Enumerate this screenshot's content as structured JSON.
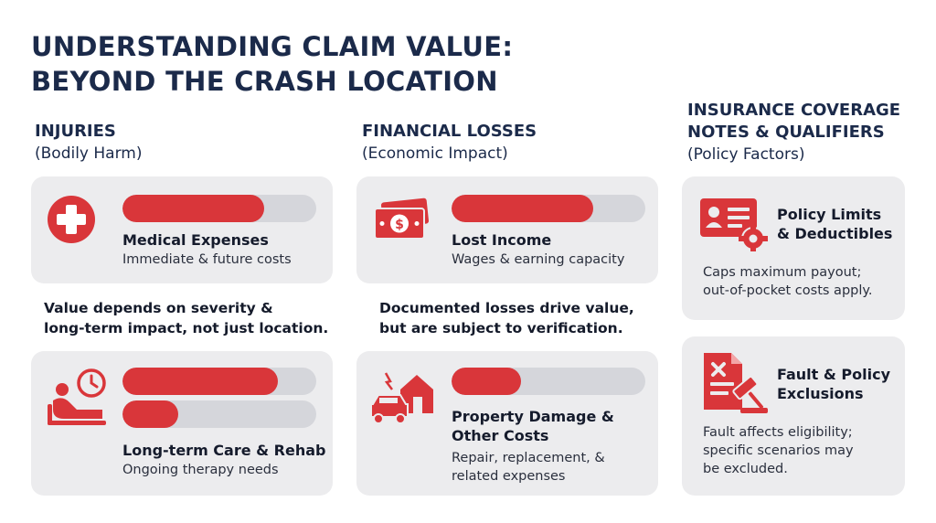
{
  "title": {
    "line1": "UNDERSTANDING CLAIM VALUE:",
    "line2": "BEYOND THE CRASH LOCATION"
  },
  "columns": {
    "injuries": {
      "heading": "INJURIES",
      "subheading": "(Bodily Harm)",
      "cards": [
        {
          "title": "Medical Expenses",
          "subtitle": "Immediate & future costs",
          "bars": [
            0.73
          ]
        },
        {
          "title": "Long-term Care & Rehab",
          "subtitle": "Ongoing therapy needs",
          "bars": [
            0.8,
            0.29
          ]
        }
      ],
      "note": {
        "line1": "Value depends on severity &",
        "line2": "long-term impact, not just location."
      }
    },
    "financial": {
      "heading": "FINANCIAL LOSSES",
      "subheading": "(Economic Impact)",
      "cards": [
        {
          "title": "Lost Income",
          "subtitle": "Wages & earning capacity",
          "bars": [
            0.73
          ]
        },
        {
          "title_line1": "Property Damage &",
          "title_line2": "Other Costs",
          "subtitle_line1": "Repair, replacement, &",
          "subtitle_line2": "related expenses",
          "bars": [
            0.36
          ]
        }
      ],
      "note": {
        "line1": "Documented losses drive value,",
        "line2": "but are subject to verification."
      }
    },
    "insurance": {
      "heading_line1": "INSURANCE COVERAGE",
      "heading_line2": "NOTES & QUALIFIERS",
      "subheading": "(Policy Factors)",
      "cards": [
        {
          "title_line1": "Policy Limits",
          "title_line2": "& Deductibles",
          "text_line1": "Caps maximum payout;",
          "text_line2": "out-of-pocket costs apply."
        },
        {
          "title_line1": "Fault & Policy",
          "title_line2": "Exclusions",
          "text_line1": "Fault affects eligibility;",
          "text_line2": "specific scenarios may",
          "text_line3": "be excluded."
        }
      ]
    }
  },
  "colors": {
    "accent": "#d9363a",
    "navy": "#1b2a4a",
    "card": "#ececee",
    "track": "#d5d6db"
  },
  "icons": [
    "medical-cross-icon",
    "patient-clock-icon",
    "money-icon",
    "car-house-damage-icon",
    "id-card-gear-icon",
    "document-gavel-icon"
  ]
}
